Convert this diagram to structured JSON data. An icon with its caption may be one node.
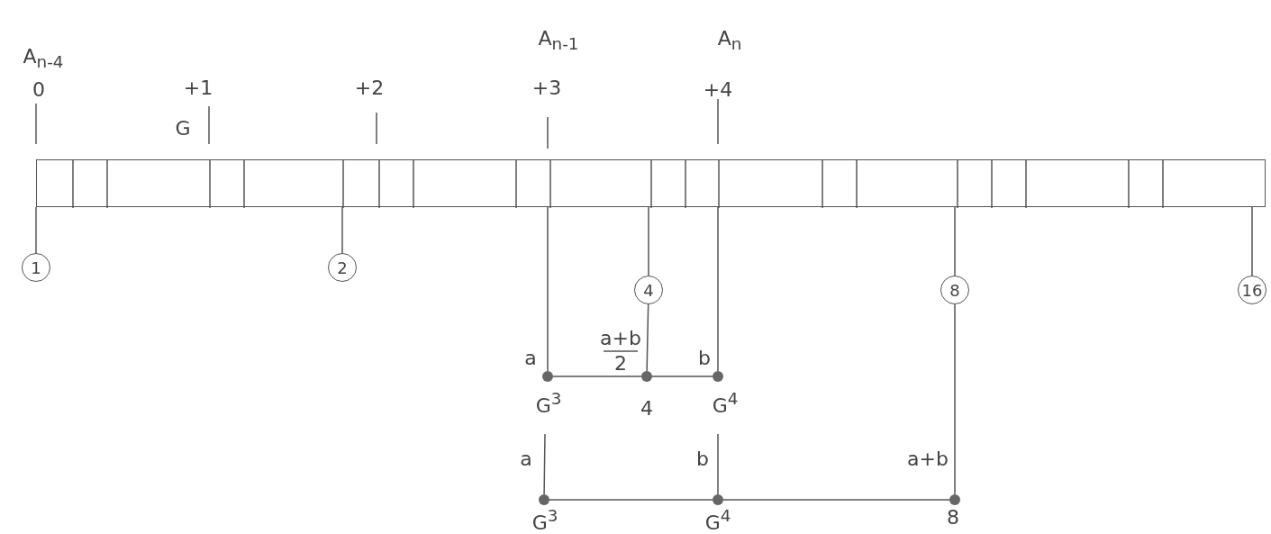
{
  "diagram": {
    "nodes": [
      {
        "text": [],
        "shape": "bar"
      },
      {
        "text": [
          "1"
        ]
      },
      {
        "text": [
          "2"
        ]
      },
      {
        "text": [
          "4"
        ]
      },
      {
        "text": [
          "8"
        ]
      },
      {
        "text": [
          "16"
        ]
      },
      {
        "text": [],
        "shape": "circle"
      },
      {
        "text": [],
        "shape": "circle"
      },
      {
        "text": [],
        "shape": "circle"
      },
      {
        "text": [],
        "shape": "circle"
      },
      {
        "text": [],
        "shape": "circle"
      },
      {
        "text": [],
        "shape": "circle"
      }
    ],
    "edges": [
      {
        "from": 0,
        "to": 1,
        "arrow": "none"
      },
      {
        "from": 0,
        "to": 2,
        "arrow": "none"
      },
      {
        "from": 0,
        "to": 3,
        "arrow": "none"
      },
      {
        "from": 0,
        "to": 4,
        "arrow": "none"
      },
      {
        "from": 0,
        "to": 5,
        "arrow": "none"
      },
      {
        "from": 0,
        "to": 6,
        "arrow": "none"
      },
      {
        "from": 3,
        "to": 7,
        "arrow": "none"
      },
      {
        "from": 0,
        "to": 8,
        "arrow": "none"
      },
      {
        "from": 6,
        "to": 7,
        "arrow": "none"
      },
      {
        "from": 7,
        "to": 8,
        "arrow": "none"
      },
      {
        "from": null,
        "to": 9,
        "arrow": "none"
      },
      {
        "from": null,
        "to": 10,
        "arrow": "none"
      },
      {
        "from": 4,
        "to": 11,
        "arrow": "none"
      },
      {
        "from": 9,
        "to": 10,
        "arrow": "none"
      },
      {
        "from": 10,
        "to": 11,
        "arrow": "none"
      }
    ],
    "labels": [
      "A$_{n-4}$",
      "A$_{n-1}$",
      "A$_{n}$",
      "0",
      "+1",
      "+2",
      "+3",
      "+4",
      "G",
      "a+b",
      "a",
      "2",
      "b",
      "G$^{3}$",
      "4",
      "G$^{4}$",
      "a",
      "b",
      "a+b",
      "G$^{3}$",
      "G$^{4}$",
      "8"
    ]
  }
}
